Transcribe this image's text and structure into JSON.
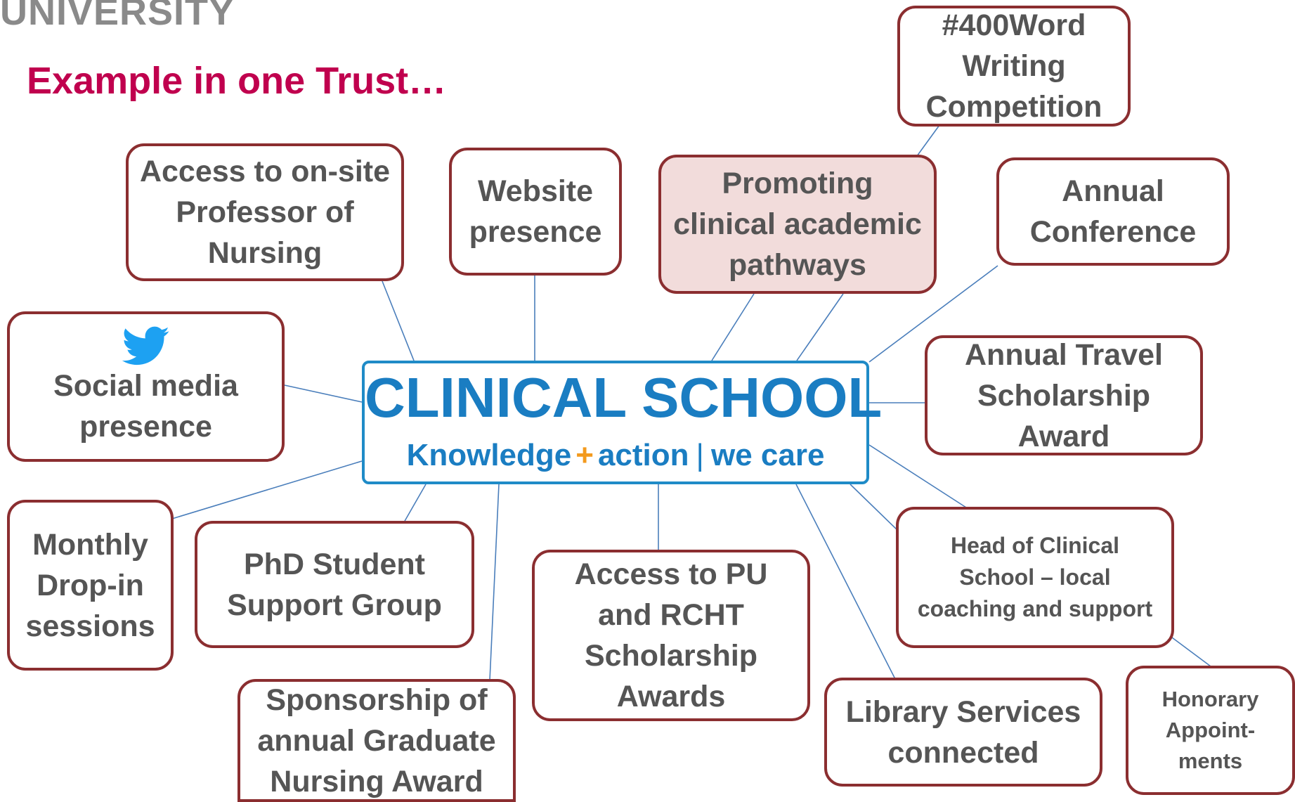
{
  "logo_text": "UNIVERSITY",
  "headline": "Example in one Trust…",
  "center": {
    "title": "CLINICAL SCHOOL",
    "tag_knowledge": "Knowledge",
    "tag_plus": "+",
    "tag_action": "action",
    "tag_sep": "|",
    "tag_care": "we care"
  },
  "colors": {
    "box_border": "#8b2e30",
    "highlight_fill": "#f2dcdb",
    "center_blue": "#1a7dc2",
    "headline": "#c0004e",
    "plus": "#f39a1e"
  },
  "nodes": [
    {
      "id": "professor",
      "lines": [
        "Access to on-site",
        "Professor of",
        "Nursing"
      ]
    },
    {
      "id": "website",
      "lines": [
        "Website",
        "presence"
      ]
    },
    {
      "id": "pathways",
      "lines": [
        "Promoting",
        "clinical academic",
        "pathways"
      ]
    },
    {
      "id": "writing",
      "lines": [
        "#400Word",
        "Writing",
        "Competition"
      ]
    },
    {
      "id": "conference",
      "lines": [
        "Annual",
        "Conference"
      ]
    },
    {
      "id": "social",
      "icon": "twitter-bird-icon",
      "lines": [
        "Social media",
        "presence"
      ]
    },
    {
      "id": "travel",
      "lines": [
        "Annual Travel",
        "Scholarship",
        "Award"
      ]
    },
    {
      "id": "dropin",
      "lines": [
        "Monthly",
        "Drop-in",
        "sessions"
      ]
    },
    {
      "id": "phd",
      "lines": [
        "PhD Student",
        "Support Group"
      ]
    },
    {
      "id": "pu",
      "lines": [
        "Access to PU",
        "and RCHT",
        "Scholarship",
        "Awards"
      ]
    },
    {
      "id": "head",
      "lines": [
        "Head of Clinical",
        "School –  local",
        "coaching and support"
      ]
    },
    {
      "id": "library",
      "lines": [
        "Library Services",
        "connected"
      ]
    },
    {
      "id": "honorary",
      "lines": [
        "Honorary",
        "Appoint-",
        "ments"
      ]
    },
    {
      "id": "sponsorship",
      "lines": [
        "Sponsorship of",
        "annual Graduate",
        "Nursing Award"
      ]
    }
  ]
}
